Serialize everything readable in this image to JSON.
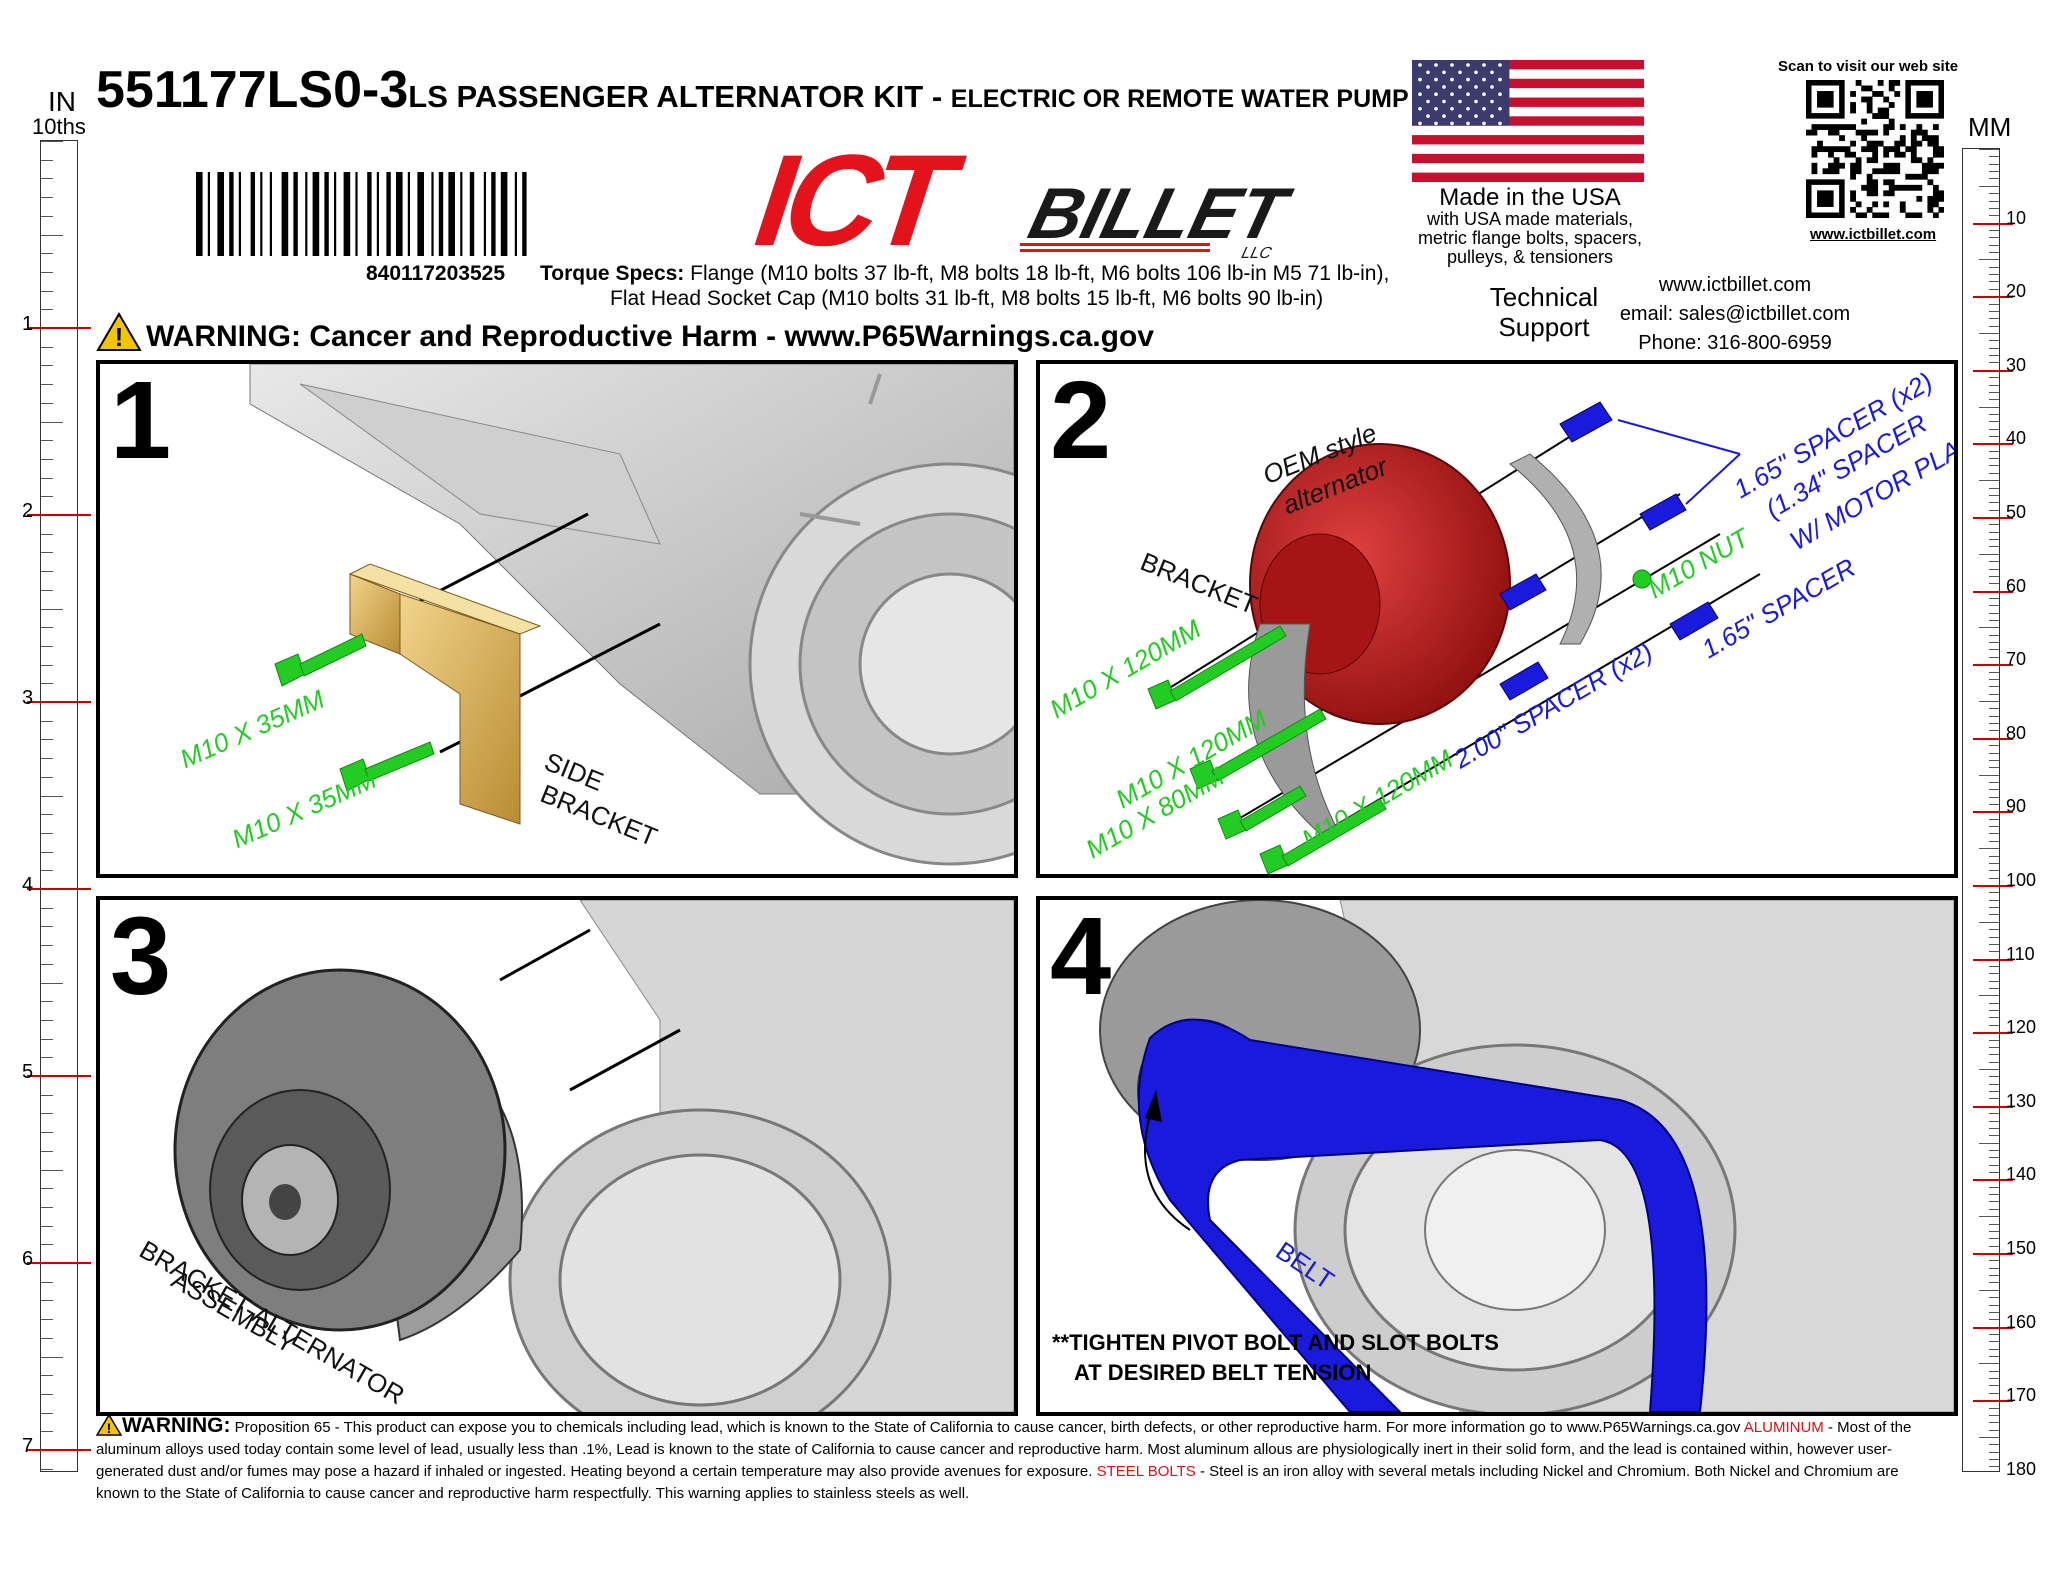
{
  "header": {
    "part_number": "551177LS0-3",
    "title": "LS PASSENGER ALTERNATOR KIT - ",
    "subtitle": "ELECTRIC OR REMOTE WATER PUMP",
    "barcode_number": "840117203525",
    "torque_label": "Torque Specs:",
    "torque_line1": "Flange (M10 bolts 37 lb-ft, M8 bolts 18 lb-ft, M6 bolts 106 lb-in M5 71 lb-in),",
    "torque_line2": "Flat Head Socket Cap (M10 bolts 31 lb-ft, M8 bolts 15 lb-ft, M6 bolts 90 lb-in)",
    "warning_title": "WARNING: Cancer and Reproductive Harm - www.P65Warnings.ca.gov"
  },
  "logo": {
    "ict": "ICT",
    "billet": "BILLET",
    "llc": "LLC"
  },
  "usa": {
    "made": "Made in the USA",
    "details": [
      "with USA made materials,",
      "metric flange bolts, spacers,",
      "pulleys, & tensioners"
    ]
  },
  "qr": {
    "scan_text": "Scan to visit our web site",
    "url": "www.ictbillet.com"
  },
  "support": {
    "label1": "Technical",
    "label2": "Support",
    "website": "www.ictbillet.com",
    "email": "email: sales@ictbillet.com",
    "phone": "Phone: 316-800-6959"
  },
  "rulers": {
    "left_unit_top": "IN",
    "left_unit_sub": "10ths",
    "left_numbers": [
      "1",
      "2",
      "3",
      "4",
      "5",
      "6",
      "7"
    ],
    "right_unit": "MM",
    "right_numbers": [
      "10",
      "20",
      "30",
      "40",
      "50",
      "60",
      "70",
      "80",
      "90",
      "100",
      "110",
      "120",
      "130",
      "140",
      "150",
      "160",
      "170",
      "180"
    ]
  },
  "panels": [
    {
      "number": "1",
      "labels": [
        "M10 X 35MM",
        "M10 X 35MM",
        "SIDE",
        "BRACKET"
      ]
    },
    {
      "number": "2",
      "labels": [
        "OEM style",
        "alternator",
        "BRACKET",
        "M10 X 120MM",
        "M10 X 120MM",
        "M10 X 80MM",
        "M10 X 120MM",
        "1.65\" SPACER (x2)",
        "(1.34\" SPACER",
        "W/ MOTOR PLATE)",
        "M10 NUT",
        "1.65\" SPACER",
        "2.00\" SPACER (x2)"
      ]
    },
    {
      "number": "3",
      "labels": [
        "BRACKET-ALTERNATOR",
        "ASSEMBLY"
      ]
    },
    {
      "number": "4",
      "labels": [
        "BELT",
        "**TIGHTEN PIVOT BOLT AND SLOT BOLTS",
        "AT DESIRED BELT TENSION"
      ]
    }
  ],
  "footer": {
    "warning_label": "WARNING:",
    "text1": " Proposition 65 - This product can expose you to chemicals including lead, which is known to the State of California to cause cancer, birth defects, or other reproductive harm. For more information go to www.P65Warnings.ca.gov ",
    "aluminum": "ALUMINUM",
    "text2": " - Most of the aluminum alloys used today contain some level of lead, usually less than .1%, Lead is known to the state of California to cause cancer and reproductive harm. Most aluminum allous are physiologically inert in their solid form, and the lead is contained within, however user-generated dust and/or fumes may pose a hazard if inhaled or ingested. Heating beyond a certain temperature may also provide avenues for exposure. ",
    "steel": "STEEL BOLTS",
    "text3": " - Steel is an iron alloy with several metals including Nickel and Chromium. Both Nickel and Chromium are known to the State of California to cause cancer and reproductive harm respectfully. This warning applies to stainless steels as well."
  },
  "colors": {
    "brand_red": "#e4121b",
    "bolt_green": "#22cc22",
    "spacer_blue": "#1a1adc",
    "bracket_gold": "#d9b25a",
    "alt_red": "#b81414"
  }
}
